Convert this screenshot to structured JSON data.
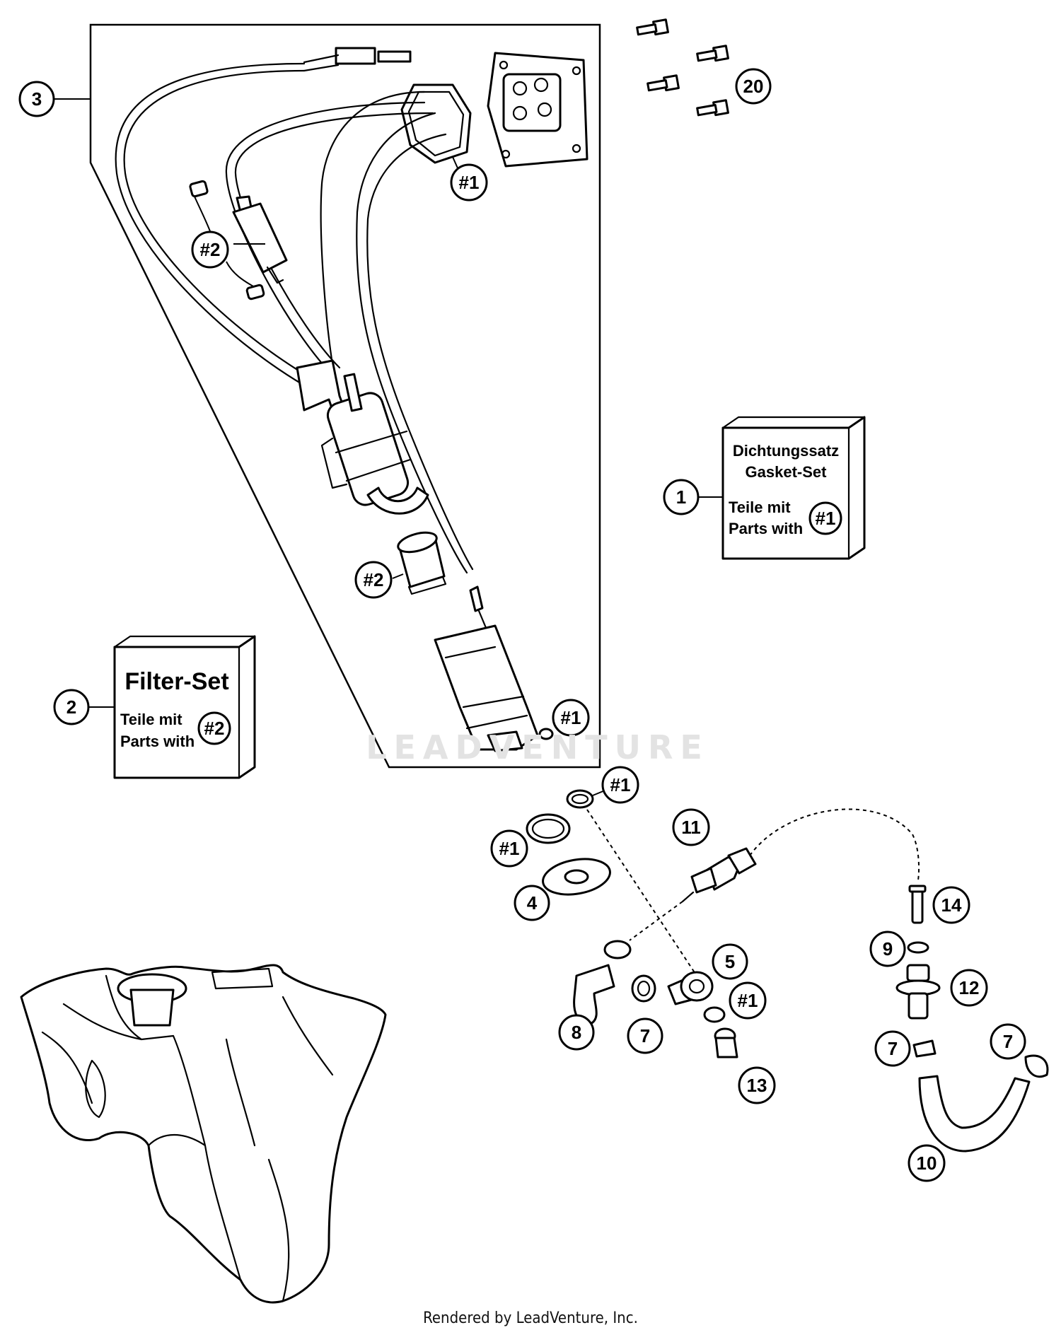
{
  "callouts": {
    "c3": "3",
    "c20": "20",
    "c1_pump_top": "#1",
    "c2_filter_top": "#2",
    "c2_filter_mid": "#2",
    "c1_pump_bottom": "#1",
    "c1_box": "1",
    "c2_box": "2",
    "c1_oring_a": "#1",
    "c1_oring_b": "#1",
    "c1_oring_c": "#1",
    "c4": "4",
    "c5": "5",
    "c7_a": "7",
    "c7_b": "7",
    "c7_c": "7",
    "c8": "8",
    "c9": "9",
    "c10": "10",
    "c11": "11",
    "c12": "12",
    "c13": "13",
    "c14": "14"
  },
  "gasket_box": {
    "line1": "Dichtungssatz",
    "line2": "Gasket-Set",
    "line3": "Teile mit",
    "line4": "Parts with",
    "ref": "#1"
  },
  "filter_box": {
    "title": "Filter-Set",
    "line3": "Teile mit",
    "line4": "Parts with",
    "ref": "#2"
  },
  "watermark": "LEADVENTURE",
  "footer": "Rendered by LeadVenture, Inc."
}
